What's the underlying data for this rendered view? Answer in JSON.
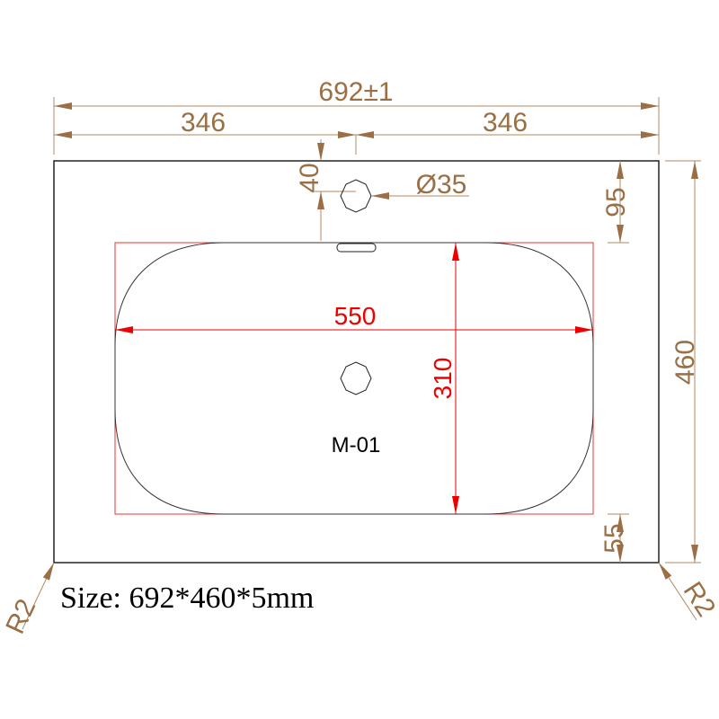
{
  "drawing": {
    "overall_width": "692±1",
    "half_left": "346",
    "half_right": "346",
    "tap_offset": "40",
    "tap_hole": "Ø35",
    "top_margin": "95",
    "overall_depth": "460",
    "bottom_margin": "55",
    "basin_width": "550",
    "basin_depth": "310",
    "model": "M-01",
    "radius_left": "R2",
    "radius_right": "R2",
    "size_text": "Size: 692*460*5mm"
  },
  "colors": {
    "dimension": "#9b6f45",
    "basin_dimension": "#ee0000",
    "outline": "#000000"
  }
}
